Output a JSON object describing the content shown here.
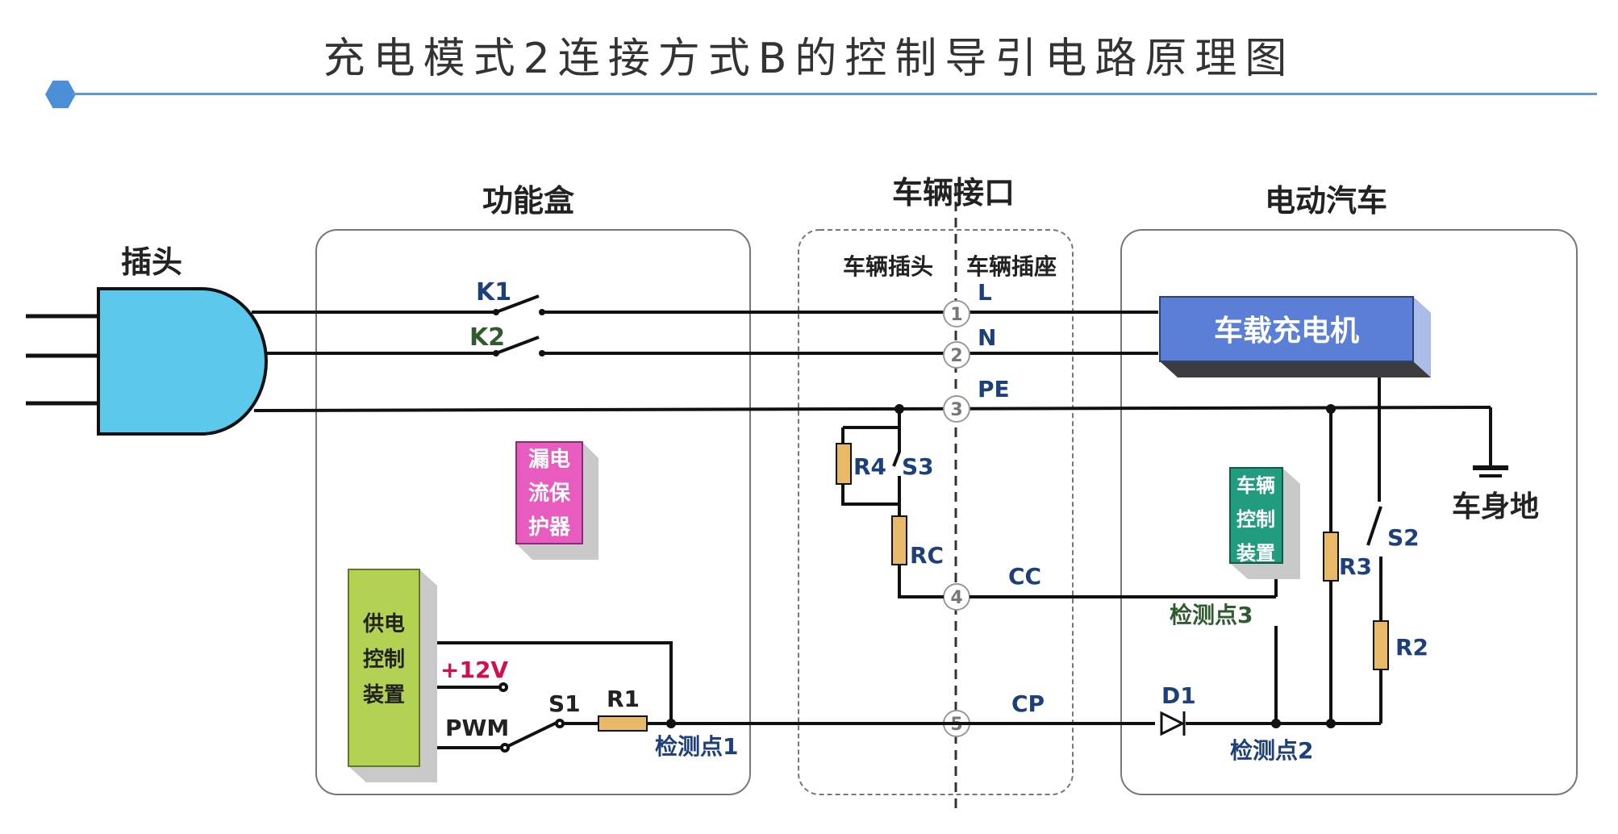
{
  "title": "充电模式2连接方式B的控制导引电路原理图",
  "sections": {
    "plug": "插头",
    "function_box": "功能盒",
    "vehicle_interface": "车辆接口",
    "electric_vehicle": "电动汽车",
    "vehicle_plug": "车辆插头",
    "vehicle_socket": "车辆插座"
  },
  "components": {
    "k1": "K1",
    "k2": "K2",
    "rcd_line1": "漏电",
    "rcd_line2": "流保",
    "rcd_line3": "护器",
    "supply_line1": "供电",
    "supply_line2": "控制",
    "supply_line3": "装置",
    "plus12v": "+12V",
    "pwm": "PWM",
    "s1": "S1",
    "r1": "R1",
    "detect1": "检测点1",
    "r4": "R4",
    "s3": "S3",
    "rc": "RC",
    "charger": "车载充电机",
    "ground": "车身地",
    "vcu_line1": "车辆",
    "vcu_line2": "控制",
    "vcu_line3": "装置",
    "detect3": "检测点3",
    "r3": "R3",
    "s2": "S2",
    "r2": "R2",
    "d1": "D1",
    "detect2": "检测点2"
  },
  "pins": {
    "p1": "1",
    "p2": "2",
    "p3": "3",
    "p4": "4",
    "p5": "5",
    "l": "L",
    "n": "N",
    "pe": "PE",
    "cc": "CC",
    "cp": "CP"
  },
  "colors": {
    "plug": "#5bc8ec",
    "rcd": "#e85bbf",
    "supply": "#b3d254",
    "charger": "#5b7fd6",
    "vcu": "#229c7e",
    "resistor": "#e9b96a",
    "label_blue": "#1d3f7a",
    "label_green": "#2f5b2f",
    "label_red": "#d0104a"
  }
}
